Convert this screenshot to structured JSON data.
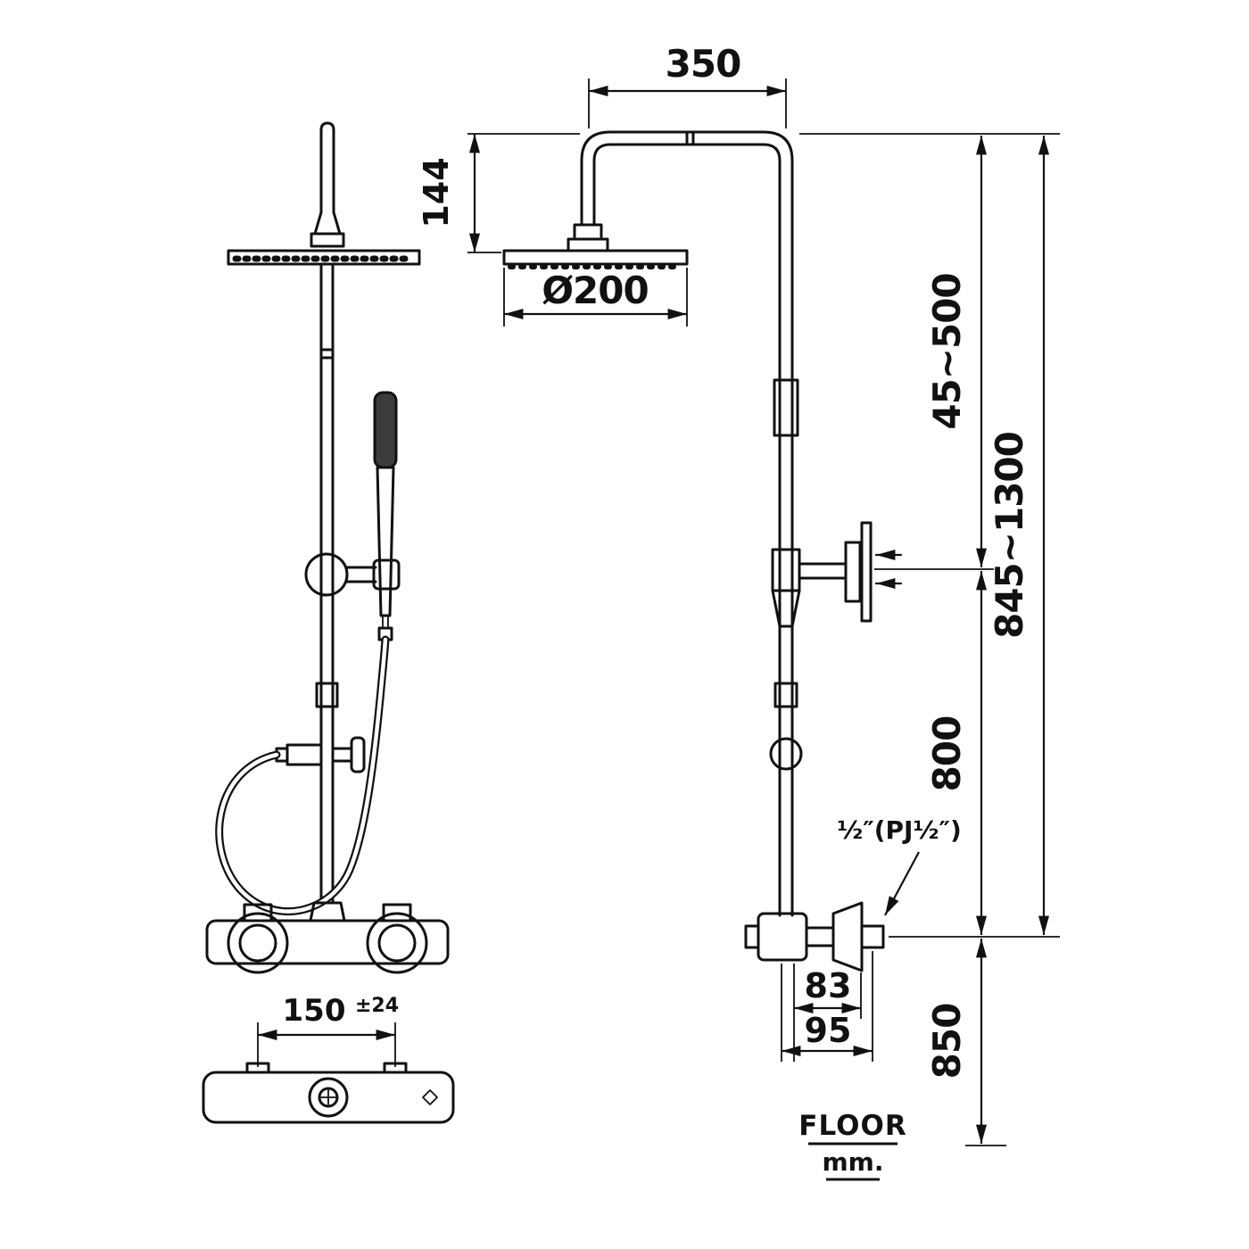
{
  "drawing": {
    "dimensions": {
      "arm_width": "350",
      "head_drop": "144",
      "head_diameter": "Ø200",
      "upper_adjust_range": "45~500",
      "overall_range": "845~1300",
      "bracket_to_valve": "800",
      "valve_to_floor": "850",
      "wall_offset_inner": "83",
      "wall_offset_outer": "95",
      "inlet_spacing": "150",
      "inlet_spacing_tolerance": "±24",
      "connection_thread": "½″(PJ½″)"
    },
    "labels": {
      "floor": "FLOOR",
      "units": "mm."
    },
    "colors": {
      "line": "#111111",
      "background": "#ffffff",
      "handle_fill": "#3c3c3c"
    }
  }
}
